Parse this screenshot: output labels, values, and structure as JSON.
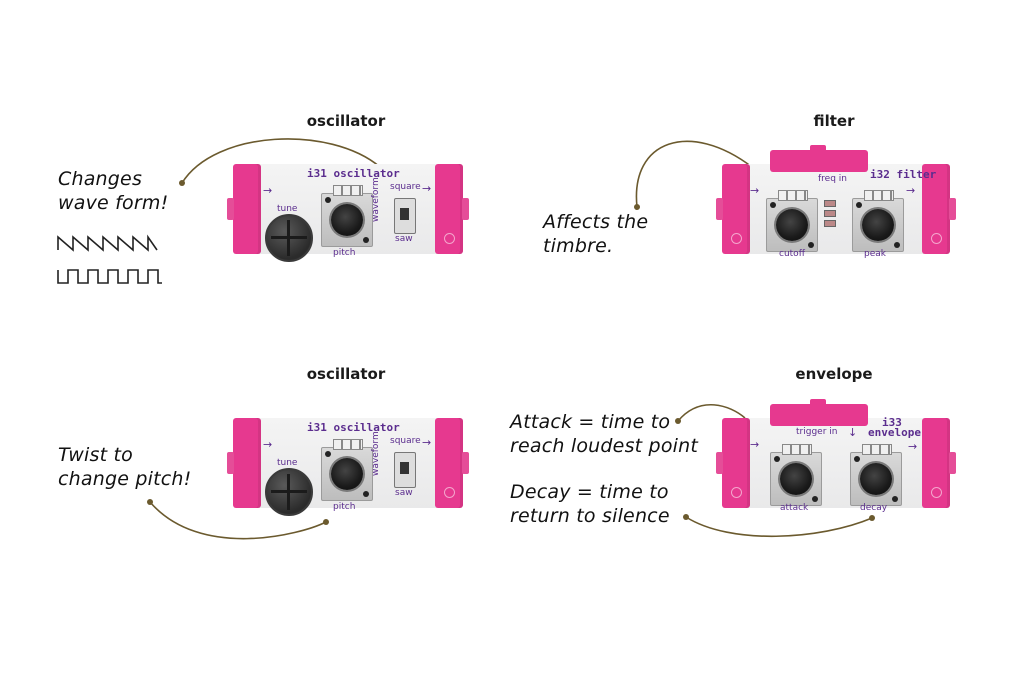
{
  "panels": [
    {
      "title": "oscillator",
      "module_name": "i31 oscillator",
      "labels": {
        "tune": "tune",
        "pitch": "pitch",
        "waveform": "waveform",
        "square": "square",
        "saw": "saw"
      },
      "annotation": [
        "Changes",
        "wave form!"
      ],
      "waveforms": [
        "sawtooth-wave-icon",
        "square-wave-icon"
      ]
    },
    {
      "title": "filter",
      "module_name": "i32 filter",
      "labels": {
        "freq_in": "freq in",
        "cutoff": "cutoff",
        "peak": "peak"
      },
      "annotation": [
        "Affects the",
        "timbre."
      ]
    },
    {
      "title": "oscillator",
      "module_name": "i31 oscillator",
      "labels": {
        "tune": "tune",
        "pitch": "pitch",
        "waveform": "waveform",
        "square": "square",
        "saw": "saw"
      },
      "annotation": [
        "Twist to",
        "change pitch!"
      ]
    },
    {
      "title": "envelope",
      "module_name_line1": "i33",
      "module_name_line2": "envelope",
      "labels": {
        "trigger_in": "trigger in",
        "attack": "attack",
        "decay": "decay"
      },
      "annotation_attack": [
        "Attack = time to",
        "reach loudest point"
      ],
      "annotation_decay": [
        "Decay = time to",
        "return to silence"
      ]
    }
  ],
  "colors": {
    "module_pink": "#e6398f",
    "label_purple": "#5b2d8e",
    "connector_line": "#6b5a2e",
    "background": "#ffffff"
  }
}
